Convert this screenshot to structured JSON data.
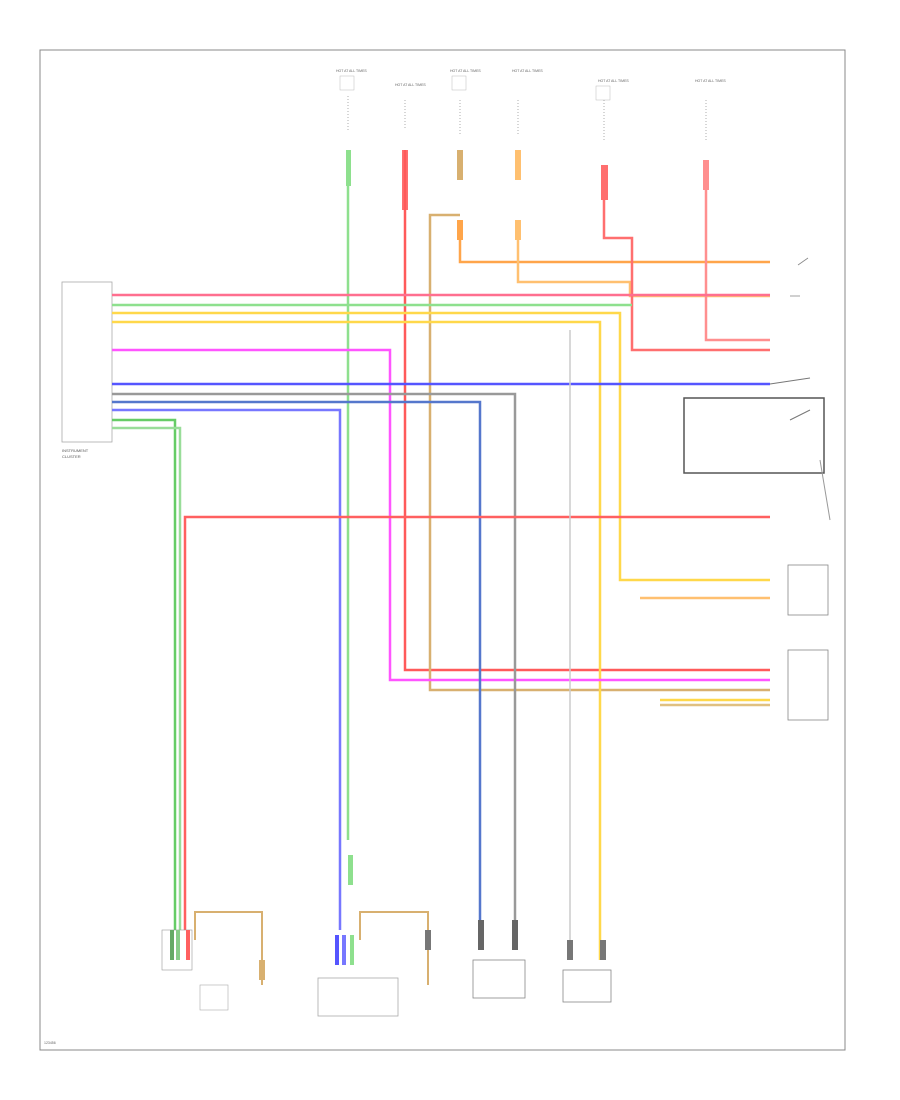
{
  "colors": {
    "frame": "#777777",
    "red": "#ff5a5a",
    "pink": "#ff6f8f",
    "green": "#8ee08e",
    "yellow": "#ffd84a",
    "orange": "#ffa54a",
    "tan": "#d8b070",
    "magenta": "#ff55ff",
    "blue": "#5555ff",
    "gray": "#999999",
    "darkgray": "#444444",
    "lightgray": "#cccccc"
  },
  "fuse_labels": [
    "HOT AT ALL TIMES",
    "HOT AT ALL TIMES",
    "HOT AT ALL TIMES",
    "HOT AT ALL TIMES",
    "HOT AT ALL TIMES",
    "HOT AT ALL TIMES"
  ],
  "module": {
    "label_line1": "INSTRUMENT",
    "label_line2": "CLUSTER"
  },
  "footer_code": "123456"
}
